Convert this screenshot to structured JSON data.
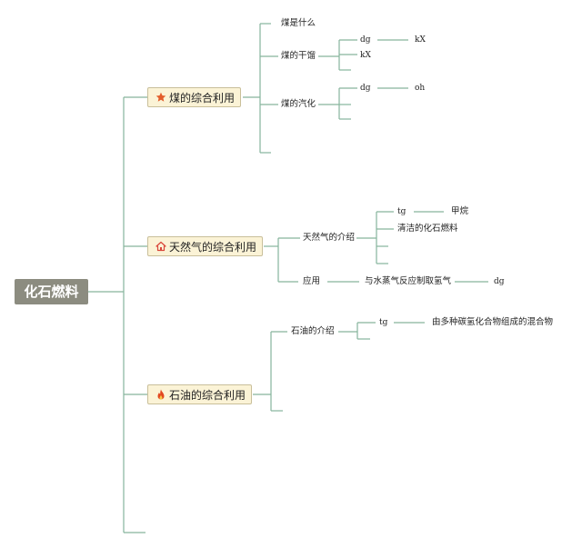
{
  "root": {
    "label": "化石燃料"
  },
  "branches": {
    "coal": {
      "label": "煤的综合利用",
      "icon": "star-icon",
      "icon_color": "#e35d2b",
      "what_is": "煤是什么",
      "dry_distillation": {
        "label": "煤的干馏",
        "dg": "dg",
        "kx1": "kX",
        "kx2": "kX"
      },
      "gasification": {
        "label": "煤的汽化",
        "dg": "dg",
        "oh": "oh"
      }
    },
    "gas": {
      "label": "天然气的综合利用",
      "icon": "home-icon",
      "icon_color": "#d9463a",
      "intro": {
        "label": "天然气的介绍",
        "tg": "tg",
        "methane": "甲烷",
        "clean": "清洁的化石燃料"
      },
      "application": {
        "label": "应用",
        "hydrogen": "与水蒸气反应制取氢气",
        "dg": "dg"
      }
    },
    "oil": {
      "label": "石油的综合利用",
      "icon": "flame-icon",
      "icon_color": "#e2461f",
      "intro": {
        "label": "石油的介绍",
        "tg": "tg",
        "mixture": "由多种碳氢化合物组成的混合物"
      }
    }
  },
  "colors": {
    "connector": "#86b59c",
    "root_bg": "#8c8c80",
    "topic_bg": "#fbf3d6"
  }
}
